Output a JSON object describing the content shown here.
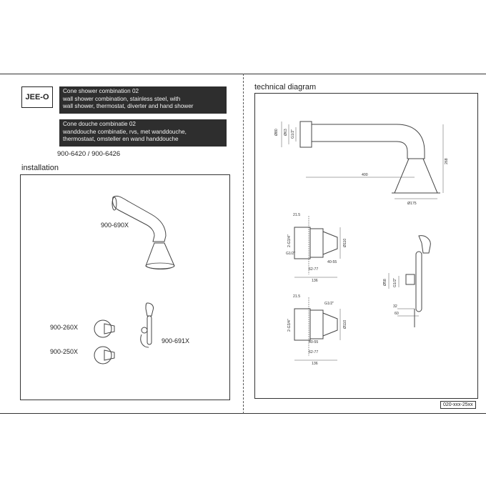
{
  "brand": {
    "logo": "JEE-O"
  },
  "product": {
    "en": [
      "Cone shower combination 02",
      "wall shower combination, stainless steel, with",
      "wall shower, thermostat, diverter and hand shower"
    ],
    "nl": [
      "Cone douche combinatie 02",
      "wanddouche combinatie, rvs, met wanddouche,",
      "thermostaat, omsteller en wand handdouche"
    ],
    "codes": "900-6420 / 900-6426"
  },
  "installation": {
    "title": "installation",
    "parts": [
      "900-690X",
      "900-260X",
      "900-250X",
      "900-691X"
    ]
  },
  "technical": {
    "title": "technical diagram",
    "doc_code": "020-xxx-25xx",
    "dims_shower": [
      "Ø80",
      "Ø63",
      "G1/2\"",
      "400",
      "268",
      "Ø175"
    ],
    "dims_valve1": [
      "21.5",
      "2-G3/4\"",
      "G1/2\"",
      "Ø110",
      "40-55",
      "62-77",
      "136"
    ],
    "dims_valve2": [
      "21.5",
      "G1/2\"",
      "2-G3/4\"",
      "Ø110",
      "40-55",
      "62-77",
      "136"
    ],
    "dims_hand": [
      "Ø58",
      "G1/2\"",
      "32",
      "60"
    ]
  }
}
